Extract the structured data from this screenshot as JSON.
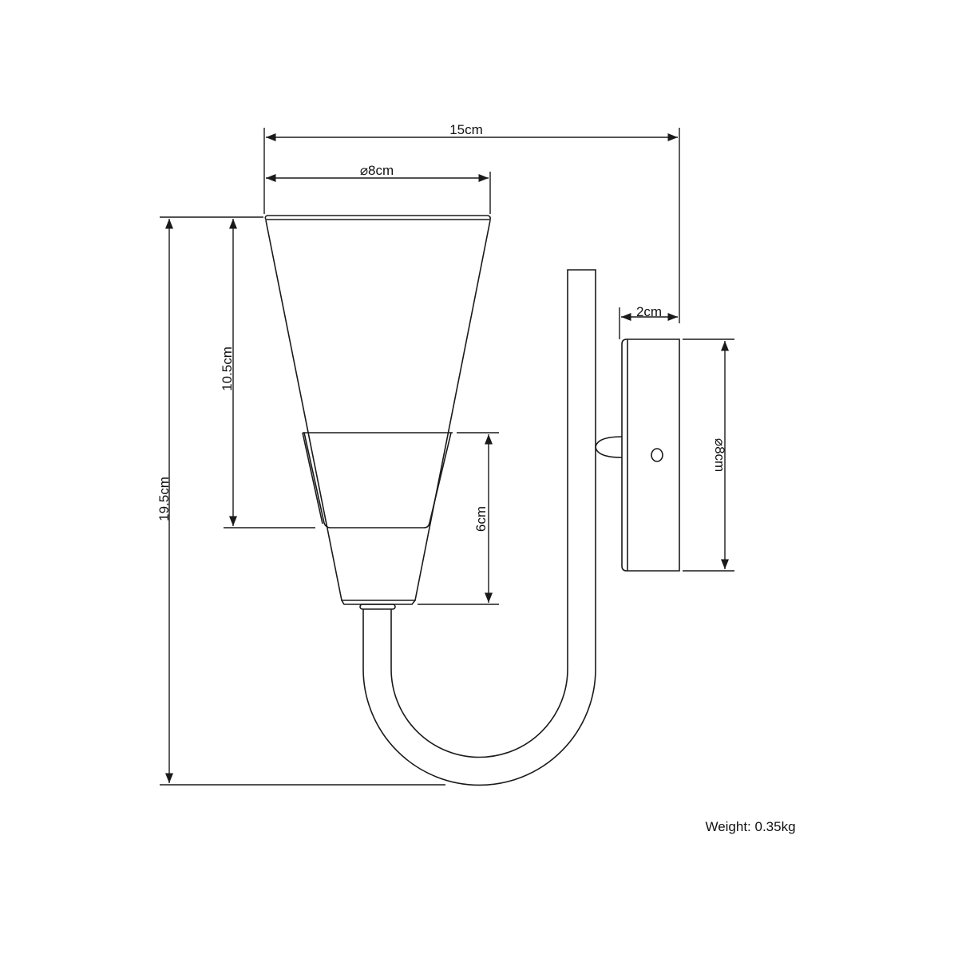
{
  "dimensions": {
    "total_width": "15cm",
    "shade_diameter": "⌀8cm",
    "backplate_depth": "2cm",
    "backplate_diameter": "⌀8cm",
    "total_height": "19.5cm",
    "shade_height": "10.5cm",
    "cup_height": "6cm"
  },
  "weight": "Weight: 0.35kg"
}
